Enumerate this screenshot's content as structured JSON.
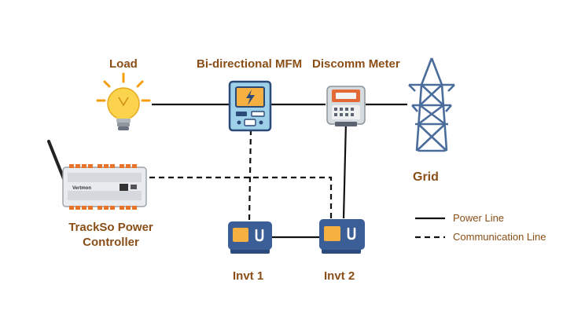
{
  "labels": {
    "load": "Load",
    "mfm": "Bi-directional MFM",
    "discomm": "Discomm Meter",
    "grid": "Grid",
    "controller_line1": "TrackSo Power",
    "controller_line2": "Controller",
    "invt1": "Invt 1",
    "invt2": "Invt 2"
  },
  "legend": {
    "power_line": "Power Line",
    "communication_line": "Communication Line"
  },
  "controller_brand_text": "Vertmon",
  "icons": {
    "load": "light-bulb-icon",
    "mfm": "energy-meter-icon",
    "discomm": "utility-meter-icon",
    "grid": "transmission-tower-icon",
    "controller": "controller-device-icon",
    "inverter": "inverter-icon"
  },
  "colors": {
    "label_text": "#8a4e17",
    "line": "#111111",
    "device_blue": "#3b5e96",
    "device_orange": "#f5b041",
    "tower_blue": "#4a6d9c",
    "bulb_yellow": "#fcd34d"
  }
}
